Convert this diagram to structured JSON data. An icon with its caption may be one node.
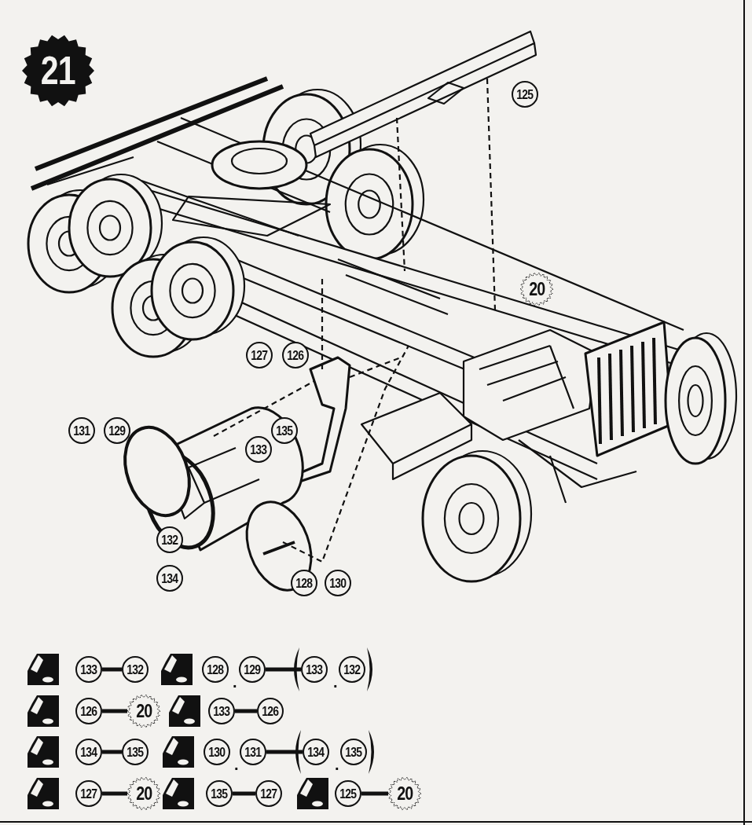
{
  "diagram": {
    "nodes": [
      {
        "text": [
          "21"
        ]
      },
      {
        "text": [
          "125"
        ]
      },
      {
        "text": [
          "20"
        ]
      },
      {
        "text": [
          "127"
        ]
      },
      {
        "text": [
          "126"
        ]
      },
      {
        "text": [
          "131"
        ]
      },
      {
        "text": [
          "129"
        ]
      },
      {
        "text": [
          "135"
        ]
      },
      {
        "text": [
          "133"
        ]
      },
      {
        "text": [
          "132"
        ]
      },
      {
        "text": [
          "134"
        ]
      },
      {
        "text": [
          "128"
        ]
      },
      {
        "text": [
          "130"
        ]
      },
      {
        "text": [
          "133"
        ]
      },
      {
        "text": [
          "132"
        ]
      },
      {
        "text": [
          "128"
        ]
      },
      {
        "text": [
          "129"
        ]
      },
      {
        "text": [
          "133"
        ]
      },
      {
        "text": [
          "132"
        ]
      },
      {
        "text": [
          "126"
        ]
      },
      {
        "text": [
          "20"
        ]
      },
      {
        "text": [
          "133"
        ]
      },
      {
        "text": [
          "126"
        ]
      },
      {
        "text": [
          "134"
        ]
      },
      {
        "text": [
          "135"
        ]
      },
      {
        "text": [
          "130"
        ]
      },
      {
        "text": [
          "131"
        ]
      },
      {
        "text": [
          "134"
        ]
      },
      {
        "text": [
          "135"
        ]
      },
      {
        "text": [
          "127"
        ]
      },
      {
        "text": [
          "20"
        ]
      },
      {
        "text": [
          "135"
        ]
      },
      {
        "text": [
          "127"
        ]
      },
      {
        "text": [
          "125"
        ]
      },
      {
        "text": [
          "20"
        ]
      }
    ],
    "edges": [
      {
        "from": 13,
        "to": 14,
        "arrow": "none"
      },
      {
        "from": 16,
        "to": 17,
        "arrow": "none"
      },
      {
        "from": 19,
        "to": 20,
        "arrow": "none"
      },
      {
        "from": 21,
        "to": 22,
        "arrow": "none"
      },
      {
        "from": 23,
        "to": 24,
        "arrow": "none"
      },
      {
        "from": 26,
        "to": 27,
        "arrow": "none"
      },
      {
        "from": 29,
        "to": 30,
        "arrow": "none"
      },
      {
        "from": 31,
        "to": 32,
        "arrow": "none"
      },
      {
        "from": 33,
        "to": 34,
        "arrow": "none"
      }
    ],
    "labels": [
      ".",
      ".",
      ".",
      "."
    ]
  }
}
